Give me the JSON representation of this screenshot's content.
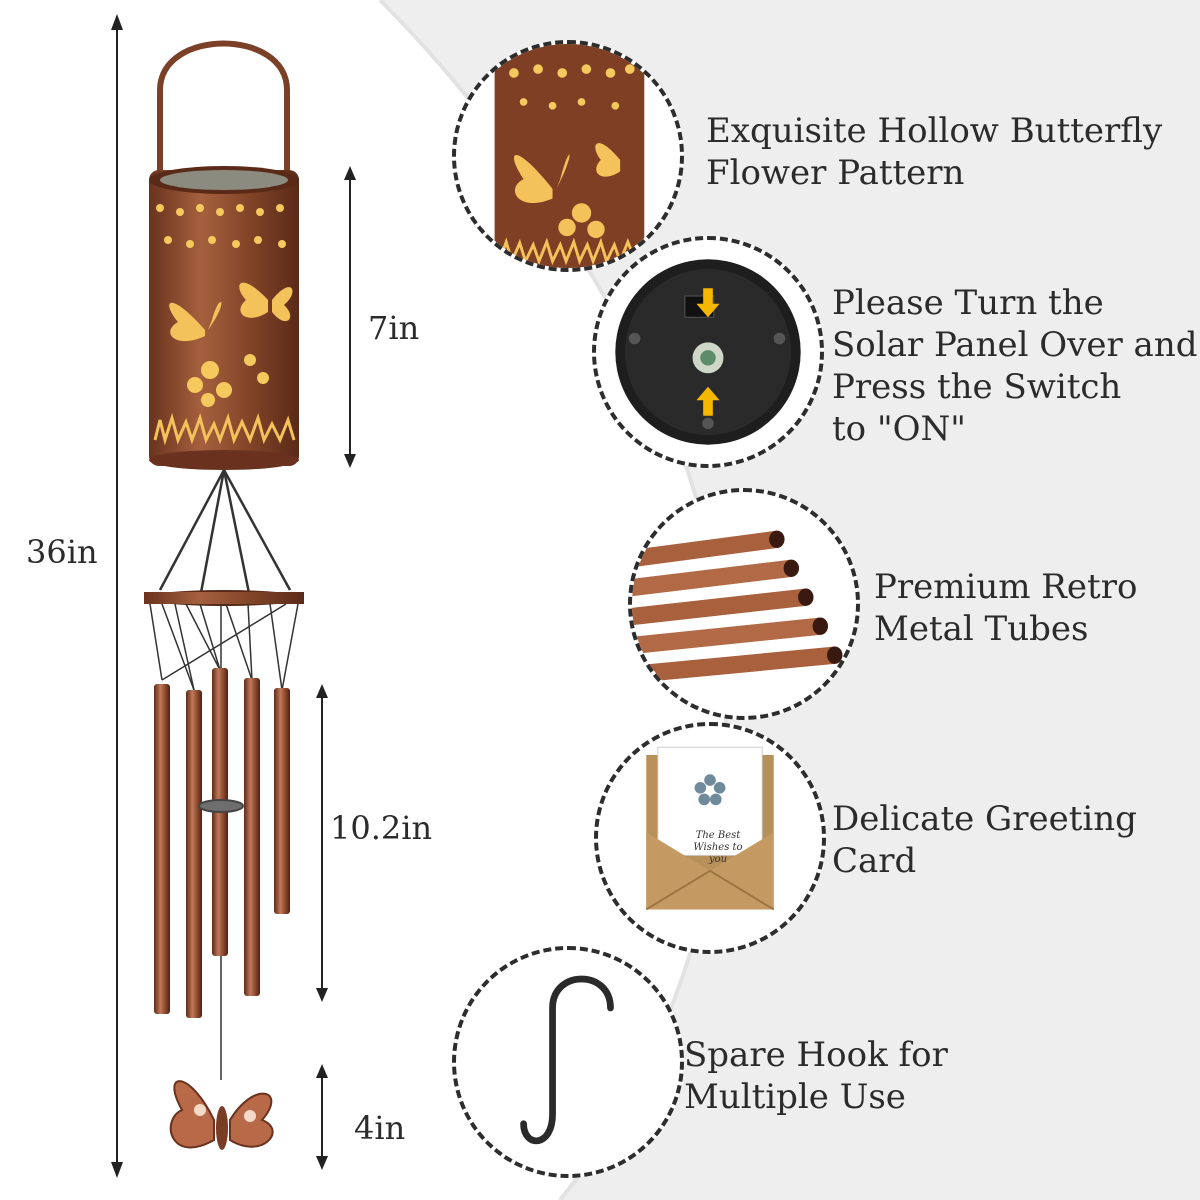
{
  "dimensions": {
    "total": "36in",
    "lantern": "7in",
    "tubes": "10.2in",
    "butterfly": "4in"
  },
  "features": [
    {
      "lines": [
        "Exquisite Hollow Butterfly",
        "Flower Pattern"
      ],
      "icon": "butterfly-pattern-closeup"
    },
    {
      "lines": [
        "Please Turn the",
        "Solar Panel Over and",
        "Press the Switch",
        "to \"ON\""
      ],
      "icon": "solar-switch-closeup"
    },
    {
      "lines": [
        "Premium Retro",
        "Metal Tubes"
      ],
      "icon": "metal-tubes-closeup"
    },
    {
      "lines": [
        "Delicate Greeting",
        "Card"
      ],
      "icon": "greeting-card-closeup"
    },
    {
      "lines": [
        "Spare Hook for",
        "Multiple Use"
      ],
      "icon": "s-hook-closeup"
    }
  ],
  "card_text": {
    "line1": "The Best",
    "line2": "Wishes to you"
  },
  "colors": {
    "copper": "#8a4a2c",
    "glow": "#f4c25a",
    "arrow": "#f5b800",
    "kraft": "#b8905a"
  }
}
